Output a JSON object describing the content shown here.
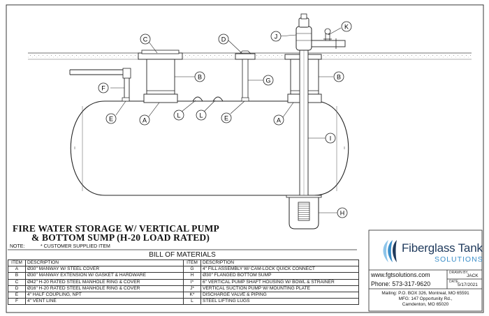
{
  "title": {
    "line1": "FIRE WATER STORAGE W/ VERTICAL PUMP",
    "line2": "& BOTTOM SUMP (H-20 LOAD RATED)"
  },
  "note": {
    "label": "NOTE:",
    "text": "* CUSTOMER SUPPLIED ITEM"
  },
  "bom": {
    "title": "BILL OF MATERIALS",
    "header": {
      "item": "ITEM",
      "description": "DESCRIPTION"
    },
    "left": [
      {
        "item": "A",
        "description": "Ø30\" MANWAY W/ STEEL COVER"
      },
      {
        "item": "B",
        "description": "Ø30\" MANWAY EXTENSION W/ GASKET & HARDWARE"
      },
      {
        "item": "C",
        "description": "Ø42\" H-20 RATED STEEL MANHOLE RING & COVER"
      },
      {
        "item": "D",
        "description": "Ø16\" H-20 RATED STEEL MANHOLE RING & COVER"
      },
      {
        "item": "E",
        "description": "4\" HALF COUPLING, NPT"
      },
      {
        "item": "F",
        "description": "4\" VENT LINE"
      }
    ],
    "right": [
      {
        "item": "G",
        "description": "4\" FILL ASSEMBLY W/ CAM-LOCK QUICK CONNECT"
      },
      {
        "item": "H",
        "description": "Ø30\" FLANGED BOTTOM SUMP"
      },
      {
        "item": "I*",
        "description": "6\" VERTICAL PUMP SHAFT HOUSING W/ BOWL & STRAINER"
      },
      {
        "item": "J*",
        "description": "VERTICAL SUCTION PUMP W/ MOUNTING PLATE"
      },
      {
        "item": "K*",
        "description": "DISCHARGE VALVE & PIPING"
      },
      {
        "item": "L",
        "description": "STEEL LIFTING LUGS"
      }
    ]
  },
  "callouts": {
    "A": "A",
    "B": "B",
    "C": "C",
    "D": "D",
    "E": "E",
    "F": "F",
    "G": "G",
    "H": "H",
    "I": "I",
    "J": "J",
    "K": "K",
    "L": "L"
  },
  "logo": {
    "name": "Fiberglass Tank",
    "sub": "SOLUTIONS",
    "colors": {
      "navy": "#1f3a5c",
      "blue": "#3a8ec9",
      "light_blue": "#8cc4ea"
    }
  },
  "titleblock": {
    "website": "www.fgtsolutions.com",
    "phone": "Phone: 573-317-9620",
    "drawn_by_label": "DRAWN BY",
    "drawn_by": "JACK",
    "date_label": "DATE",
    "date": "5/17/2021",
    "mailing": "Mailing: P.O. BOX 326, Montreal, MO 65591",
    "mfg_line1": "MFG: 147 Opportunity Rd.,",
    "mfg_line2": "Camdenton, MO 65020"
  }
}
